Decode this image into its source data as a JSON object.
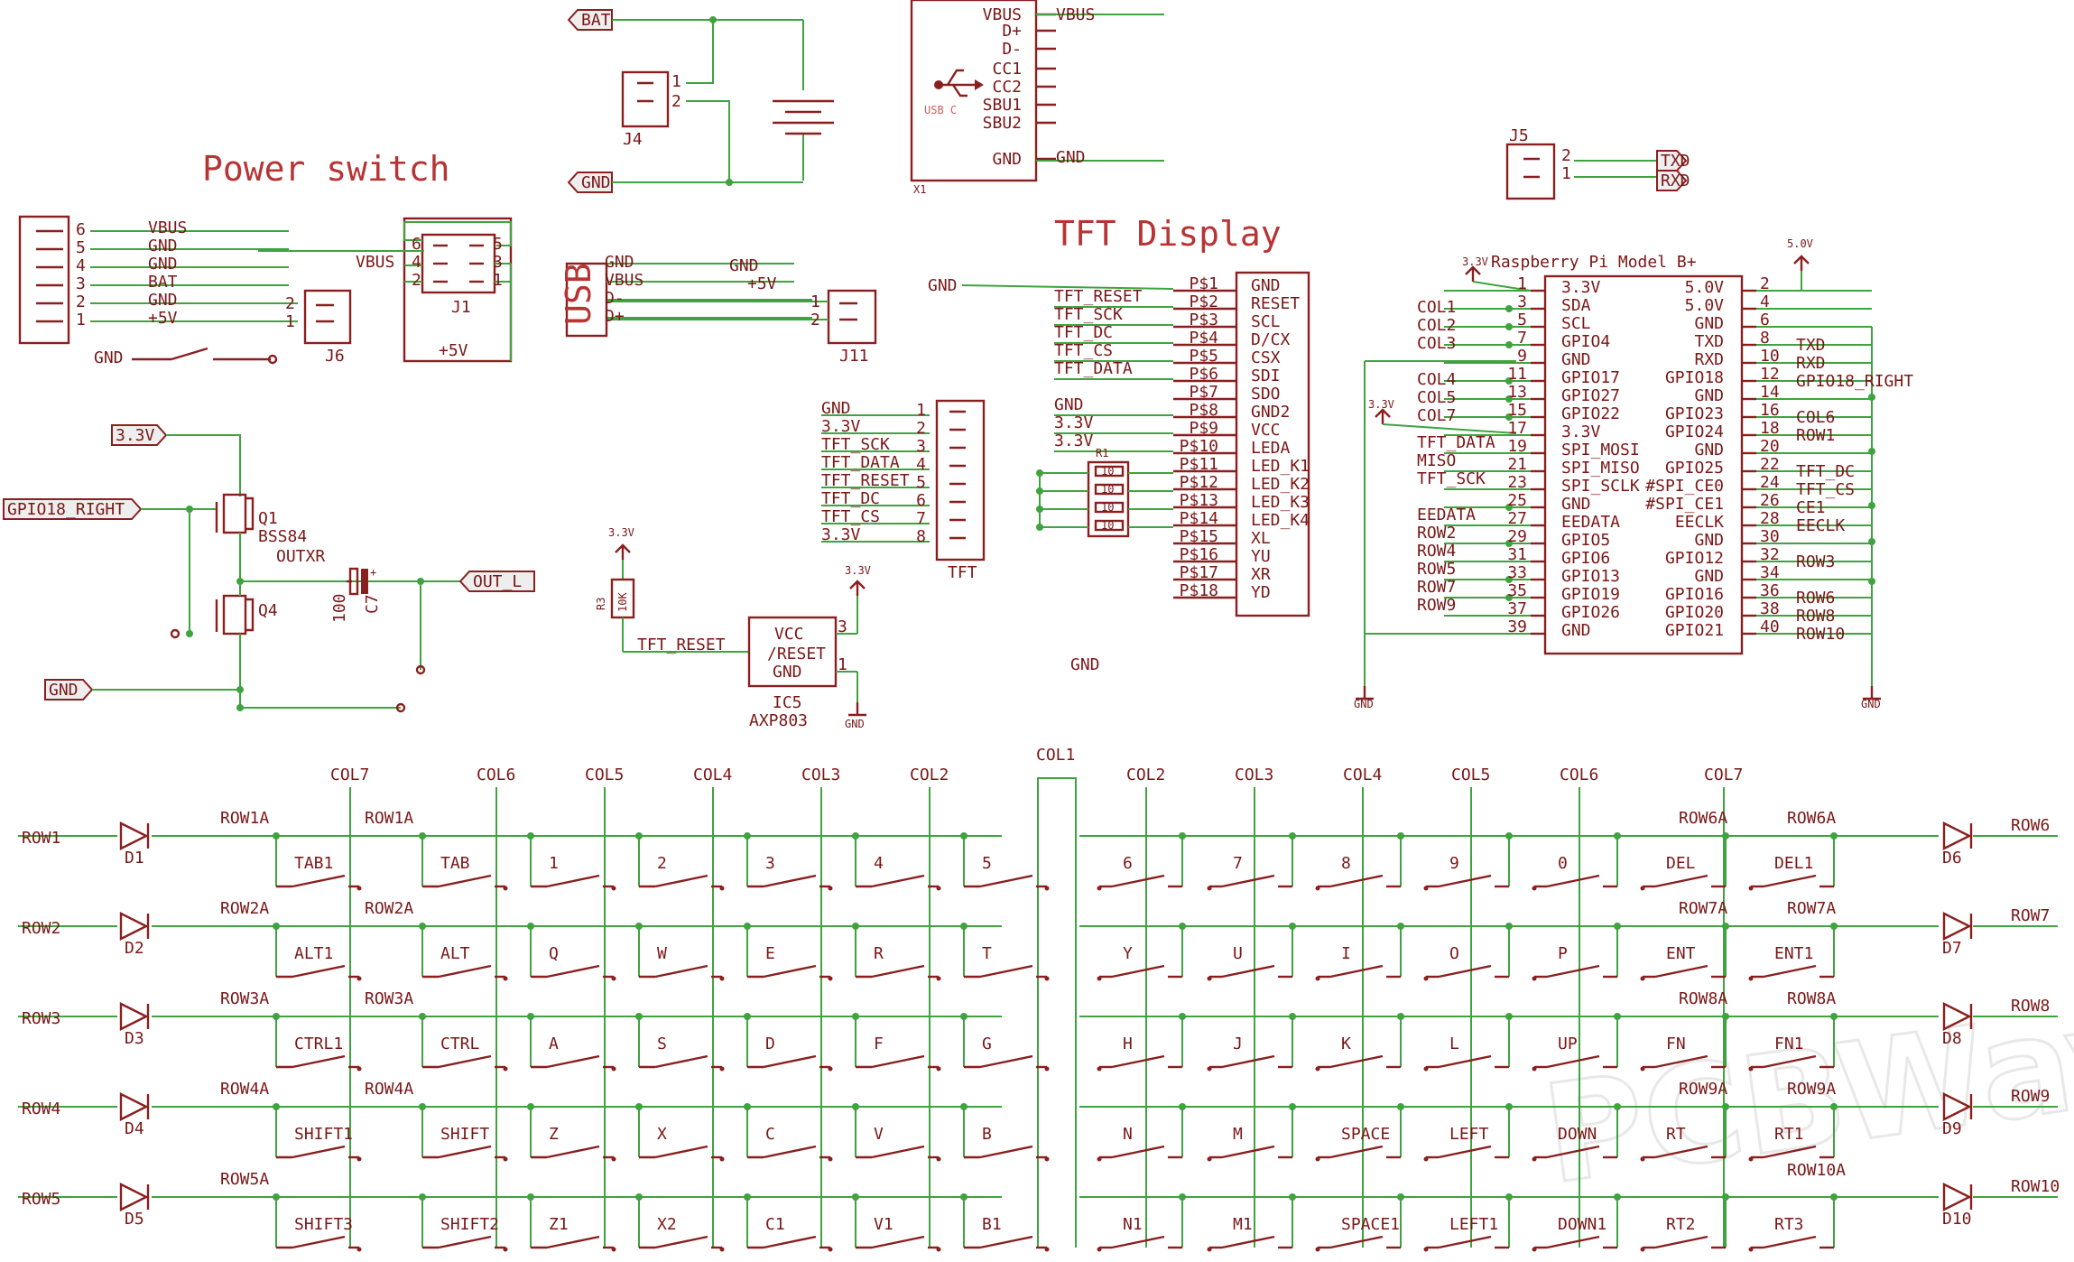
{
  "titles": {
    "power_switch": "Power switch",
    "tft_display": "TFT Display"
  },
  "nets": {
    "bat": "BAT",
    "gnd": "GND",
    "v33": "3.3V",
    "gpio18": "GPIO18_RIGHT",
    "out_l": "OUT_L",
    "txd": "TXD",
    "rxd": "RXD",
    "v50": "5.0V"
  },
  "power_connector": {
    "pins": [
      {
        "num": "6",
        "label": "VBUS"
      },
      {
        "num": "5",
        "label": "GND"
      },
      {
        "num": "4",
        "label": "GND"
      },
      {
        "num": "3",
        "label": "BAT"
      },
      {
        "num": "2",
        "label": "GND"
      },
      {
        "num": "1",
        "label": "+5V"
      }
    ],
    "gnd_label": "GND"
  },
  "j6": {
    "name": "J6",
    "pins": [
      "2",
      "1"
    ]
  },
  "j1": {
    "name": "J1",
    "vbus": "VBUS",
    "v5": "+5V",
    "left_pins": [
      "6",
      "4",
      "2"
    ],
    "right_pins": [
      "5",
      "3",
      "1"
    ]
  },
  "j4": {
    "name": "J4",
    "pins": [
      "1",
      "2"
    ]
  },
  "usb_x1": {
    "name": "X1",
    "logo": "USB C",
    "pins": [
      "VBUS",
      "D+",
      "D-",
      "CC1",
      "CC2",
      "SBU1",
      "SBU2",
      "GND"
    ],
    "net_vbus": "VBUS",
    "net_gnd": "GND"
  },
  "j5": {
    "name": "J5",
    "pins": [
      "2",
      "1"
    ]
  },
  "usb_breakout": {
    "label": "USB",
    "pins": [
      "GND",
      "VBUS",
      "D-",
      "D+"
    ],
    "net_gnd": "GND",
    "net_v5": "+5V",
    "j11": "J11",
    "j11_pins": [
      "1",
      "2"
    ]
  },
  "q_circuit": {
    "q1": "Q1",
    "q1_part": "BSS84",
    "outxr": "OUTXR",
    "q4": "Q4",
    "c7": "C7",
    "c7_val": "100",
    "plus": "+"
  },
  "tft_header": {
    "name": "TFT",
    "pins": [
      {
        "num": "1",
        "net": "GND"
      },
      {
        "num": "2",
        "net": "3.3V"
      },
      {
        "num": "3",
        "net": "TFT_SCK"
      },
      {
        "num": "4",
        "net": "TFT_DATA"
      },
      {
        "num": "5",
        "net": "TFT_RESET"
      },
      {
        "num": "6",
        "net": "TFT_DC"
      },
      {
        "num": "7",
        "net": "TFT_CS"
      },
      {
        "num": "8",
        "net": "3.3V"
      }
    ]
  },
  "r3": {
    "name": "R3",
    "value": "10K",
    "v33": "3.3V"
  },
  "ic5": {
    "name": "IC5",
    "part": "AXP803",
    "pins": [
      "VCC",
      "/RESET",
      "GND"
    ],
    "pin_nums": [
      "3",
      "1"
    ],
    "net_reset": "TFT_RESET",
    "net_v33": "3.3V",
    "net_gnd": "GND"
  },
  "tft_display": {
    "gnd_left": "GND",
    "gnd_bottom": "GND",
    "pins": [
      {
        "pad": "P$1",
        "name": "GND",
        "net": ""
      },
      {
        "pad": "P$2",
        "name": "RESET",
        "net": "TFT_RESET"
      },
      {
        "pad": "P$3",
        "name": "SCL",
        "net": "TFT_SCK"
      },
      {
        "pad": "P$4",
        "name": "D/CX",
        "net": "TFT_DC"
      },
      {
        "pad": "P$5",
        "name": "CSX",
        "net": "TFT_CS"
      },
      {
        "pad": "P$6",
        "name": "SDI",
        "net": "TFT_DATA"
      },
      {
        "pad": "P$7",
        "name": "SDO",
        "net": ""
      },
      {
        "pad": "P$8",
        "name": "GND2",
        "net": "GND"
      },
      {
        "pad": "P$9",
        "name": "VCC",
        "net": "3.3V"
      },
      {
        "pad": "P$10",
        "name": "LEDA",
        "net": "3.3V"
      },
      {
        "pad": "P$11",
        "name": "LED_K1",
        "net": ""
      },
      {
        "pad": "P$12",
        "name": "LED_K2",
        "net": ""
      },
      {
        "pad": "P$13",
        "name": "LED_K3",
        "net": ""
      },
      {
        "pad": "P$14",
        "name": "LED_K4",
        "net": ""
      },
      {
        "pad": "P$15",
        "name": "XL",
        "net": ""
      },
      {
        "pad": "P$16",
        "name": "YU",
        "net": ""
      },
      {
        "pad": "P$17",
        "name": "XR",
        "net": ""
      },
      {
        "pad": "P$18",
        "name": "YD",
        "net": ""
      }
    ],
    "r1": "R1",
    "r1_vals": [
      "10",
      "10",
      "10",
      "10"
    ]
  },
  "rpi": {
    "title": "Raspberry Pi Model B+",
    "v33": "3.3V",
    "v50": "5.0V",
    "gnd_left": "GND",
    "gnd_right": "GND",
    "left": [
      {
        "n": "1",
        "name": "3.3V",
        "net": ""
      },
      {
        "n": "3",
        "name": "SDA",
        "net": "COL1"
      },
      {
        "n": "5",
        "name": "SCL",
        "net": "COL2"
      },
      {
        "n": "7",
        "name": "GPIO4",
        "net": "COL3"
      },
      {
        "n": "9",
        "name": "GND",
        "net": ""
      },
      {
        "n": "11",
        "name": "GPIO17",
        "net": "COL4"
      },
      {
        "n": "13",
        "name": "GPIO27",
        "net": "COL5"
      },
      {
        "n": "15",
        "name": "GPIO22",
        "net": "COL7"
      },
      {
        "n": "17",
        "name": "3.3V",
        "net": ""
      },
      {
        "n": "19",
        "name": "SPI_MOSI",
        "net": "TFT_DATA"
      },
      {
        "n": "21",
        "name": "SPI_MISO",
        "net": "MISO"
      },
      {
        "n": "23",
        "name": "SPI_SCLK",
        "net": "TFT_SCK"
      },
      {
        "n": "25",
        "name": "GND",
        "net": ""
      },
      {
        "n": "27",
        "name": "EEDATA",
        "net": "EEDATA"
      },
      {
        "n": "29",
        "name": "GPIO5",
        "net": "ROW2"
      },
      {
        "n": "31",
        "name": "GPIO6",
        "net": "ROW4"
      },
      {
        "n": "33",
        "name": "GPIO13",
        "net": "ROW5"
      },
      {
        "n": "35",
        "name": "GPIO19",
        "net": "ROW7"
      },
      {
        "n": "37",
        "name": "GPIO26",
        "net": "ROW9"
      },
      {
        "n": "39",
        "name": "GND",
        "net": ""
      }
    ],
    "right": [
      {
        "n": "2",
        "name": "5.0V",
        "net": ""
      },
      {
        "n": "4",
        "name": "5.0V",
        "net": ""
      },
      {
        "n": "6",
        "name": "GND",
        "net": ""
      },
      {
        "n": "8",
        "name": "TXD",
        "net": "TXD"
      },
      {
        "n": "10",
        "name": "RXD",
        "net": "RXD"
      },
      {
        "n": "12",
        "name": "GPIO18",
        "net": "GPIO18_RIGHT"
      },
      {
        "n": "14",
        "name": "GND",
        "net": ""
      },
      {
        "n": "16",
        "name": "GPIO23",
        "net": "COL6"
      },
      {
        "n": "18",
        "name": "GPIO24",
        "net": "ROW1"
      },
      {
        "n": "20",
        "name": "GND",
        "net": ""
      },
      {
        "n": "22",
        "name": "GPIO25",
        "net": "TFT_DC"
      },
      {
        "n": "24",
        "name": "#SPI_CE0",
        "net": "TFT_CS"
      },
      {
        "n": "26",
        "name": "#SPI_CE1",
        "net": "CE1"
      },
      {
        "n": "28",
        "name": "EECLK",
        "net": "EECLK"
      },
      {
        "n": "30",
        "name": "GND",
        "net": ""
      },
      {
        "n": "32",
        "name": "GPIO12",
        "net": "ROW3"
      },
      {
        "n": "34",
        "name": "GND",
        "net": ""
      },
      {
        "n": "36",
        "name": "GPIO16",
        "net": "ROW6"
      },
      {
        "n": "38",
        "name": "GPIO20",
        "net": "ROW8"
      },
      {
        "n": "40",
        "name": "GPIO21",
        "net": "ROW10"
      }
    ]
  },
  "keyboard": {
    "col_left": [
      "COL7",
      "COL6",
      "COL5",
      "COL4",
      "COL3",
      "COL2"
    ],
    "col_center": "COL1",
    "col_right": [
      "COL2",
      "COL3",
      "COL4",
      "COL5",
      "COL6",
      "COL7"
    ],
    "rows_left": [
      {
        "row": "ROW1",
        "diode": "D1",
        "sub": "ROW1A",
        "sub2": "ROW1A",
        "keys": [
          "TAB1",
          "TAB",
          "1",
          "2",
          "3",
          "4",
          "5"
        ]
      },
      {
        "row": "ROW2",
        "diode": "D2",
        "sub": "ROW2A",
        "sub2": "ROW2A",
        "keys": [
          "ALT1",
          "ALT",
          "Q",
          "W",
          "E",
          "R",
          "T"
        ]
      },
      {
        "row": "ROW3",
        "diode": "D3",
        "sub": "ROW3A",
        "sub2": "ROW3A",
        "keys": [
          "CTRL1",
          "CTRL",
          "A",
          "S",
          "D",
          "F",
          "G"
        ]
      },
      {
        "row": "ROW4",
        "diode": "D4",
        "sub": "ROW4A",
        "sub2": "ROW4A",
        "keys": [
          "SHIFT1",
          "SHIFT",
          "Z",
          "X",
          "C",
          "V",
          "B"
        ]
      },
      {
        "row": "ROW5",
        "diode": "D5",
        "sub": "ROW5A",
        "sub2": "",
        "keys": [
          "SHIFT3",
          "SHIFT2",
          "Z1",
          "X2",
          "C1",
          "V1",
          "B1"
        ]
      }
    ],
    "rows_right": [
      {
        "row": "ROW6",
        "diode": "D6",
        "sub": "ROW6A",
        "sub2": "ROW6A",
        "keys": [
          "6",
          "7",
          "8",
          "9",
          "0",
          "DEL",
          "DEL1"
        ]
      },
      {
        "row": "ROW7",
        "diode": "D7",
        "sub": "ROW7A",
        "sub2": "ROW7A",
        "keys": [
          "Y",
          "U",
          "I",
          "O",
          "P",
          "ENT",
          "ENT1"
        ]
      },
      {
        "row": "ROW8",
        "diode": "D8",
        "sub": "ROW8A",
        "sub2": "ROW8A",
        "keys": [
          "H",
          "J",
          "K",
          "L",
          "UP",
          "FN",
          "FN1"
        ]
      },
      {
        "row": "ROW9",
        "diode": "D9",
        "sub": "ROW9A",
        "sub2": "ROW9A",
        "keys": [
          "N",
          "M",
          "SPACE",
          "LEFT",
          "DOWN",
          "RT",
          "RT1"
        ]
      },
      {
        "row": "ROW10",
        "diode": "D10",
        "sub": "",
        "sub2": "ROW10A",
        "keys": [
          "N1",
          "M1",
          "SPACE1",
          "LEFT1",
          "DOWN1",
          "RT2",
          "RT3"
        ]
      }
    ]
  },
  "watermark": "PCBWay"
}
